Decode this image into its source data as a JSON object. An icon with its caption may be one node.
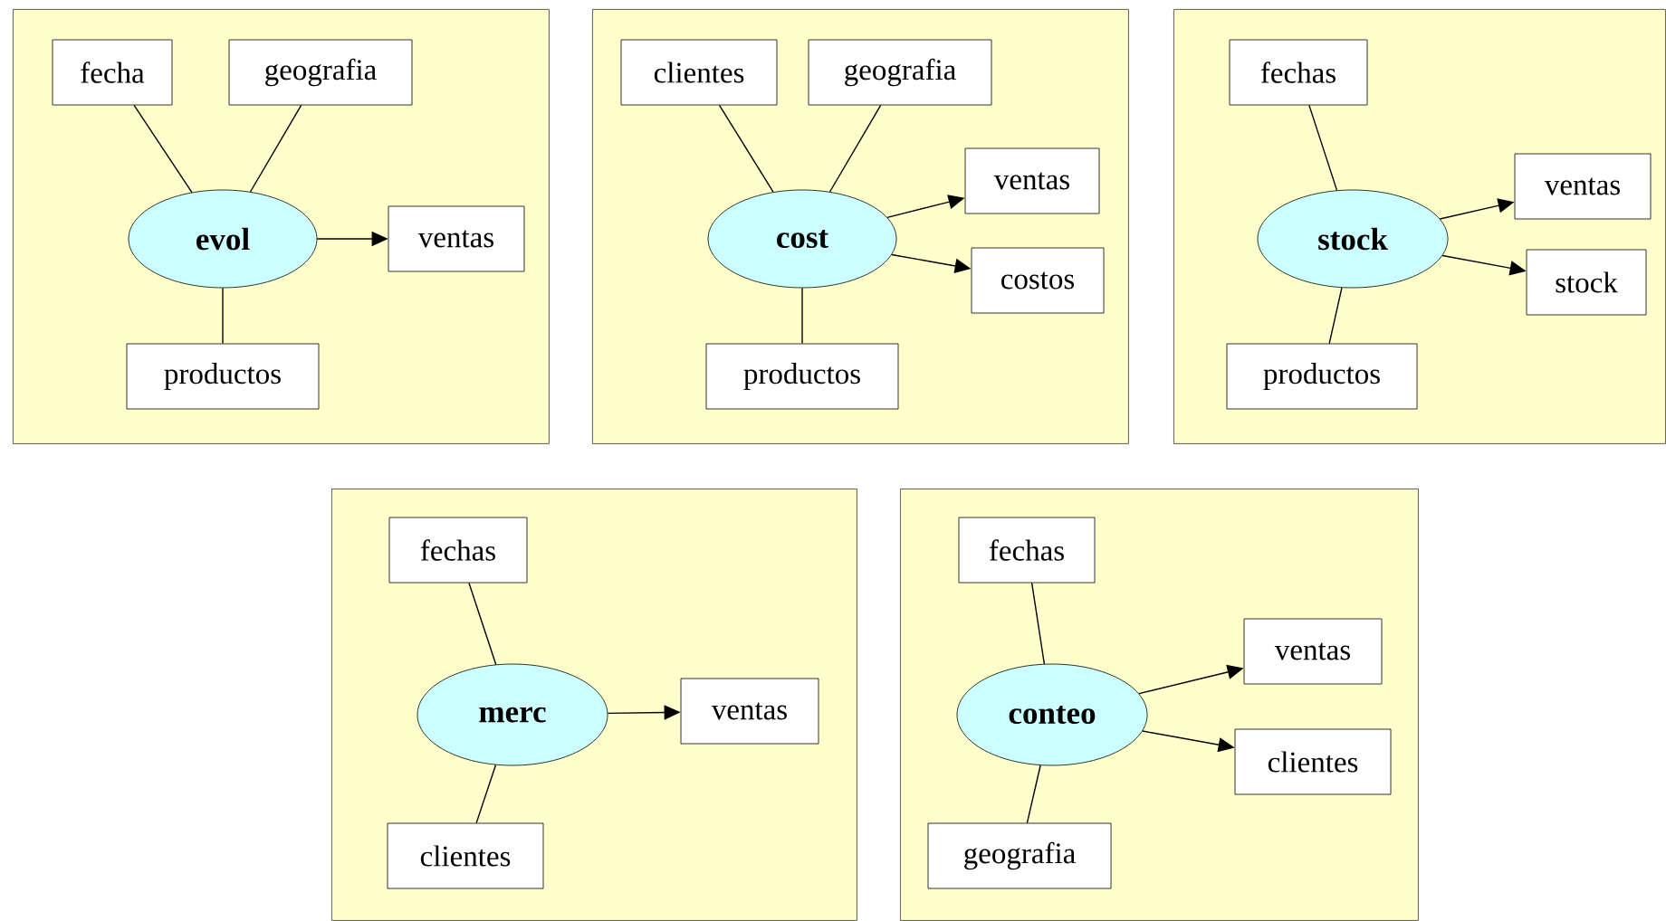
{
  "diagram": {
    "nodes": [
      {
        "text": [],
        "shape": "box"
      },
      {
        "text": [
          "fecha"
        ],
        "in": 0
      },
      {
        "text": [
          "geografia"
        ],
        "in": 0
      },
      {
        "text": [
          "evol"
        ],
        "in": 0
      },
      {
        "text": [
          "ventas"
        ],
        "in": 0
      },
      {
        "text": [
          "productos"
        ],
        "in": 0
      },
      {
        "text": [],
        "shape": "box"
      },
      {
        "text": [
          "clientes"
        ],
        "in": 6
      },
      {
        "text": [
          "geografia"
        ],
        "in": 6
      },
      {
        "text": [
          "cost"
        ],
        "in": 6
      },
      {
        "text": [
          "ventas"
        ],
        "in": 6
      },
      {
        "text": [
          "costos"
        ],
        "in": 6
      },
      {
        "text": [
          "productos"
        ],
        "in": 6
      },
      {
        "text": [],
        "shape": "box"
      },
      {
        "text": [
          "fechas"
        ],
        "in": 13
      },
      {
        "text": [
          "stock"
        ],
        "in": 13
      },
      {
        "text": [
          "ventas"
        ],
        "in": 13
      },
      {
        "text": [
          "stock"
        ],
        "in": 13
      },
      {
        "text": [
          "productos"
        ],
        "in": 13
      },
      {
        "text": [],
        "shape": "box"
      },
      {
        "text": [
          "fechas"
        ],
        "in": 19
      },
      {
        "text": [
          "merc"
        ],
        "in": 19
      },
      {
        "text": [
          "ventas"
        ],
        "in": 19
      },
      {
        "text": [
          "clientes"
        ],
        "in": 19
      },
      {
        "text": [],
        "shape": "box"
      },
      {
        "text": [
          "fechas"
        ],
        "in": 24
      },
      {
        "text": [
          "conteo"
        ],
        "in": 24
      },
      {
        "text": [
          "ventas"
        ],
        "in": 24
      },
      {
        "text": [
          "clientes"
        ],
        "in": 24
      },
      {
        "text": [
          "geografia"
        ],
        "in": 24
      }
    ],
    "edges": [
      {
        "from": 1,
        "to": 3,
        "arrow": "none"
      },
      {
        "from": 2,
        "to": 3,
        "arrow": "none"
      },
      {
        "from": 3,
        "to": 4,
        "arrow": "to"
      },
      {
        "from": 5,
        "to": 3,
        "arrow": "none"
      },
      {
        "from": 7,
        "to": 9,
        "arrow": "none"
      },
      {
        "from": 8,
        "to": 9,
        "arrow": "none"
      },
      {
        "from": 9,
        "to": 10,
        "arrow": "to"
      },
      {
        "from": 9,
        "to": 11,
        "arrow": "to"
      },
      {
        "from": 12,
        "to": 9,
        "arrow": "none"
      },
      {
        "from": 14,
        "to": 15,
        "arrow": "none"
      },
      {
        "from": 15,
        "to": 16,
        "arrow": "to"
      },
      {
        "from": 15,
        "to": 17,
        "arrow": "to"
      },
      {
        "from": 18,
        "to": 15,
        "arrow": "none"
      },
      {
        "from": 20,
        "to": 21,
        "arrow": "none"
      },
      {
        "from": 21,
        "to": 22,
        "arrow": "to"
      },
      {
        "from": 23,
        "to": 21,
        "arrow": "none"
      },
      {
        "from": 25,
        "to": 26,
        "arrow": "none"
      },
      {
        "from": 26,
        "to": 27,
        "arrow": "to"
      },
      {
        "from": 26,
        "to": 28,
        "arrow": "to"
      },
      {
        "from": 29,
        "to": 26,
        "arrow": "none"
      }
    ]
  }
}
